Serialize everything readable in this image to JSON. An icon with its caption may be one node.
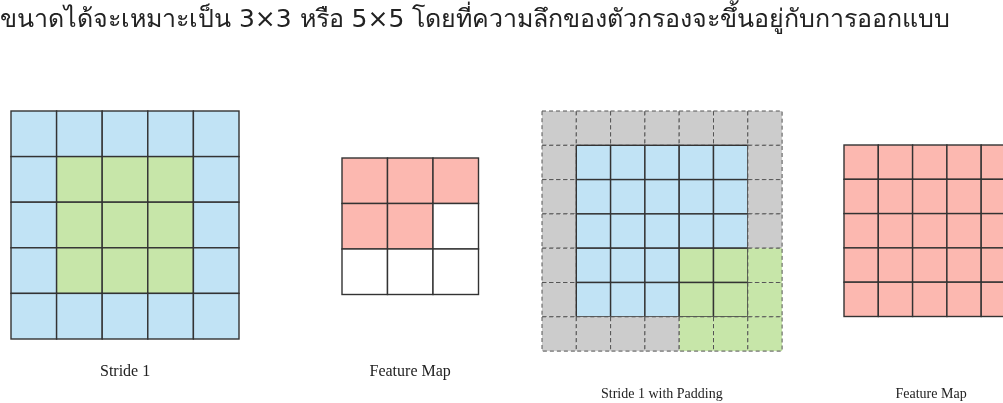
{
  "diagram": {
    "labels": [
      "ขนาดได้จะเหมาะเป็น 3×3 หรือ 5×5 โดยที่ความลึกของตัวกรองจะขึ้นอยู่กับการออกแบบ",
      "Stride 1",
      "Feature Map",
      "Stride 1 with Padding",
      "Feature Map"
    ]
  }
}
